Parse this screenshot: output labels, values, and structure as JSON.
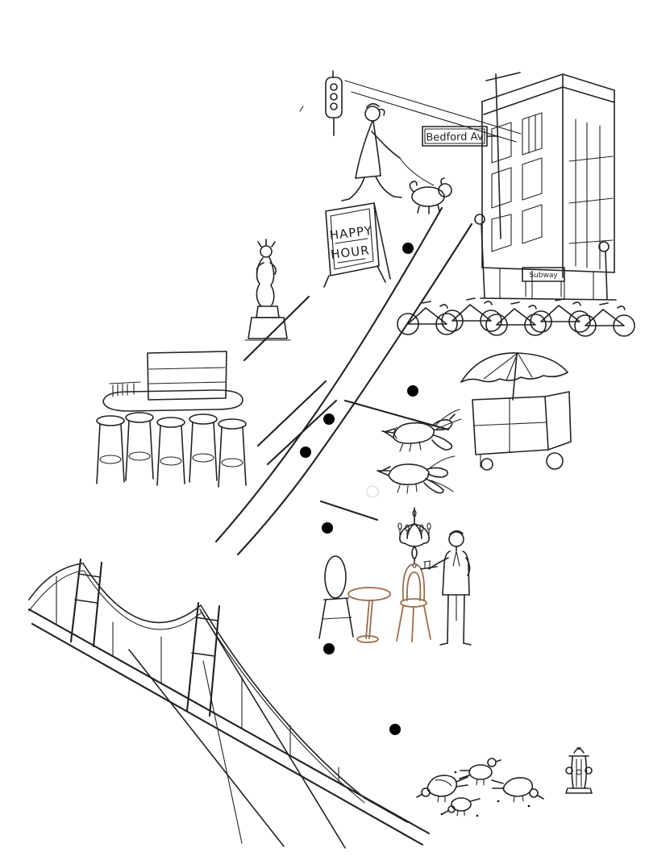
{
  "page": {
    "title": "Hand-drawn neighborhood map sketch",
    "style": "ink line drawing on white paper"
  },
  "colors": {
    "paper": "#ffffff",
    "ink": "#222222",
    "brown": "#9b6b4a",
    "route_dot": "#000000"
  },
  "signs": {
    "street_sign": "Bedford Av",
    "subway_sign": "Subway",
    "sandwich_board_line1": "HAPPY",
    "sandwich_board_line2": "HOUR"
  },
  "route": {
    "stop_count": 7,
    "marker_style": "filled black dots along the avenue"
  },
  "landmarks": [
    "traffic-light",
    "woman-walking-dog",
    "bedford-av-street-sign",
    "corner-building-with-subway-entrance",
    "street-lamps",
    "parked-bicycles",
    "happy-hour-sandwich-board",
    "statue",
    "bar-with-stools",
    "food-cart-with-umbrella",
    "lobsters",
    "cafe-with-chandelier-table-and-waiter",
    "suspension-bridge",
    "pigeons",
    "fire-hydrant"
  ]
}
